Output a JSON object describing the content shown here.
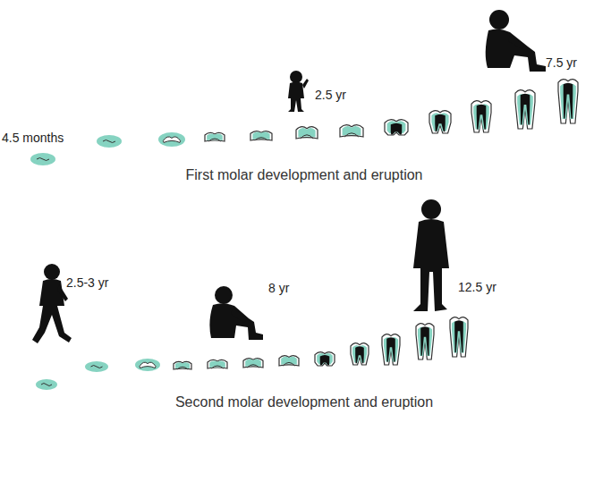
{
  "diagram": {
    "labels": [
      "4.5 months",
      "2.5 yr",
      "7.5 yr",
      "First molar development and eruption",
      "2.5-3 yr",
      "8 yr",
      "12.5 yr",
      "Second molar development and eruption"
    ]
  }
}
